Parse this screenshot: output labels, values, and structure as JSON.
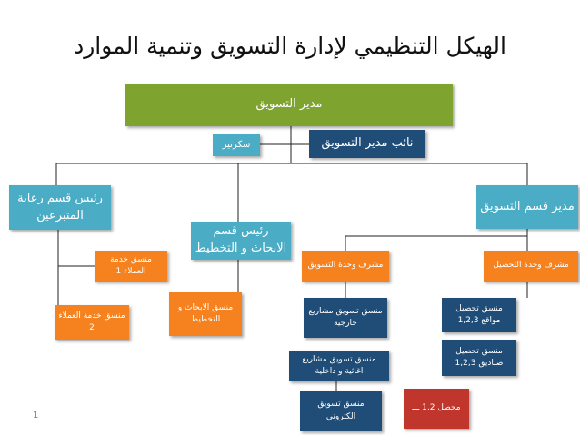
{
  "title": "الهيكل التنظيمي لإدارة التسويق وتنمية الموارد",
  "nodes": {
    "marketing_manager": "مدير التسويق",
    "secretary": "سكرتير",
    "deputy_manager": "نائب مدير التسويق",
    "donor_care_head": "رئيس قسم رعاية المتبرعين",
    "research_planning_head": "رئيس قسم الابحاث و التخطيط",
    "marketing_dept_manager": "مدير قسم التسويق",
    "customer_service_coord_1": "منسق خدمة العملاء 1",
    "customer_service_coord_2": "منسق خدمة العملاء 2",
    "research_planning_coord": "منسق الابحاث و التخطيط",
    "marketing_unit_supervisor": "مشرف وحدة التسويق",
    "collection_unit_supervisor": "مشرف وحدة التحصيل",
    "external_projects_coord": "منسق تسويق مشاريع خارجية",
    "charity_projects_coord": "منسق تسويق مشاريع اغاثية و داخلية",
    "e_marketing_coord": "منسق تسويق الكتروني",
    "sites_collection_coord": "منسق تحصيل مواقع 1,2,3",
    "boxes_collection_coord": "منسق تحصيل صناديق 1,2,3",
    "collector": "محصل 1,2 ـــ"
  },
  "page_number": "1",
  "colors": {
    "green": "#7fa32f",
    "teal": "#4bacc6",
    "navy": "#1f4d78",
    "orange": "#f5821f",
    "red": "#c0362c",
    "line": "#222222"
  }
}
